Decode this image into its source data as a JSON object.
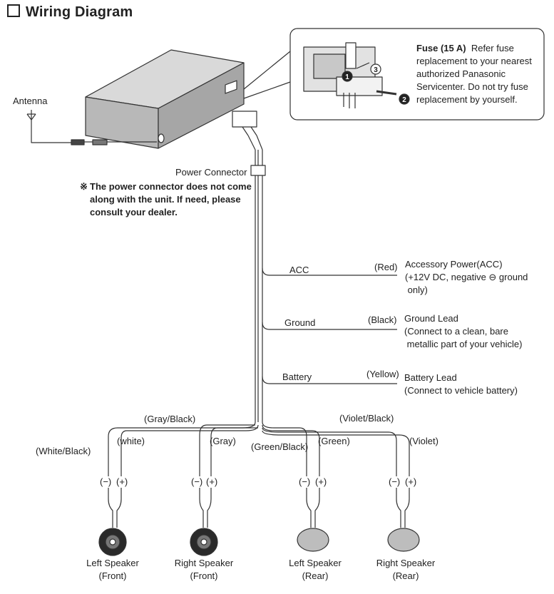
{
  "title": "Wiring Diagram",
  "antenna_label": "Antenna",
  "power_connector_label": "Power Connector",
  "note": {
    "mark": "※",
    "lines": [
      "The power connector does not come",
      "along with the unit. If need, please",
      "consult your dealer."
    ]
  },
  "fuse": {
    "heading": "Fuse (15 A)",
    "text": "Refer fuse replacement to your nearest authorized Panasonic Servicenter. Do not try fuse replacement by yourself.",
    "step_numbers": [
      "1",
      "2",
      "3"
    ]
  },
  "leads": [
    {
      "name": "ACC",
      "color_label": "(Red)",
      "description": [
        "Accessory Power(ACC)",
        "(+12V DC, negative ⊖ ground",
        " only)"
      ]
    },
    {
      "name": "Ground",
      "color_label": "(Black)",
      "description": [
        "Ground Lead",
        "(Connect to a clean, bare",
        " metallic part of your vehicle)"
      ]
    },
    {
      "name": "Battery",
      "color_label": "(Yellow)",
      "description": [
        "Battery Lead",
        "(Connect to vehicle battery)"
      ]
    }
  ],
  "speaker_wires": {
    "front_left": {
      "pair": "(Gray/Black)",
      "neg": "(White/Black)",
      "pos": "(white)"
    },
    "front_right": {
      "pos": "(Gray)"
    },
    "rear_left": {
      "neg": "(Green/Black)",
      "pos": "(Green)"
    },
    "rear_right": {
      "pair": "(Violet/Black)",
      "pos": "(Violet)"
    }
  },
  "polarity": {
    "neg": "(−)",
    "pos": "(+)"
  },
  "speakers": [
    {
      "line1": "Left Speaker",
      "line2": "(Front)"
    },
    {
      "line1": "Right Speaker",
      "line2": "(Front)"
    },
    {
      "line1": "Left Speaker",
      "line2": "(Rear)"
    },
    {
      "line1": "Right Speaker",
      "line2": "(Rear)"
    }
  ]
}
